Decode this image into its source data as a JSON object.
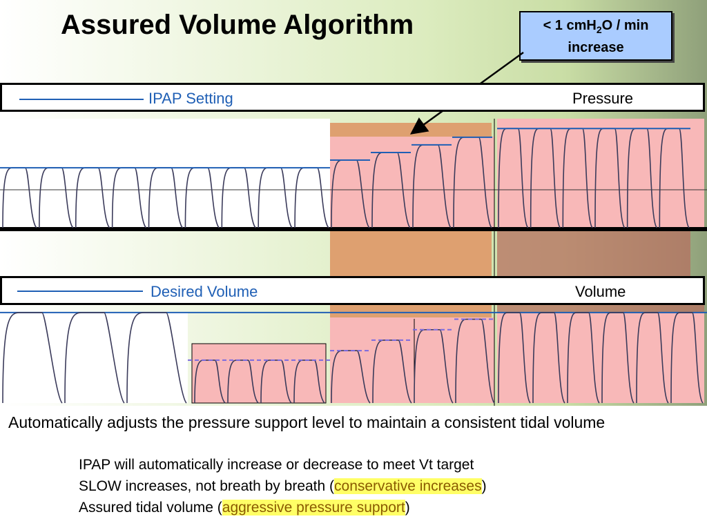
{
  "slide": {
    "title": "Assured Volume Algorithm",
    "callout": {
      "prefix": "< 1 cmH",
      "subscript": "2",
      "suffix": "O / min",
      "line2": "increase"
    }
  },
  "pressure_panel": {
    "legend": "IPAP Setting",
    "axis_label": "Pressure",
    "baseline_level": 0.55,
    "step_levels": [
      0.62,
      0.69,
      0.76,
      0.83
    ],
    "high_level": 0.91
  },
  "volume_panel": {
    "legend": "Desired Volume",
    "axis_label": "Volume",
    "target_level": 0.95,
    "low_level": 0.45,
    "recovery_levels": [
      0.55,
      0.66,
      0.77,
      0.88
    ]
  },
  "description": {
    "main": "Automatically adjusts the pressure support level to maintain a consistent tidal volume",
    "bullet1": "IPAP will automatically increase or decrease to meet Vt target",
    "bullet2_prefix": "SLOW increases, not breath by breath (",
    "bullet2_highlight": "conservative increases",
    "bullet2_suffix": ")",
    "bullet3_prefix": "Assured tidal volume  (",
    "bullet3_highlight": "aggressive pressure support",
    "bullet3_suffix": ")"
  },
  "colors": {
    "target_line": "#1f5fb5",
    "waveform": "#3a3a5a",
    "shaded_low": "#f8b8b8",
    "shaded_orange": "#dea070",
    "shaded_dark": "#b57060"
  }
}
